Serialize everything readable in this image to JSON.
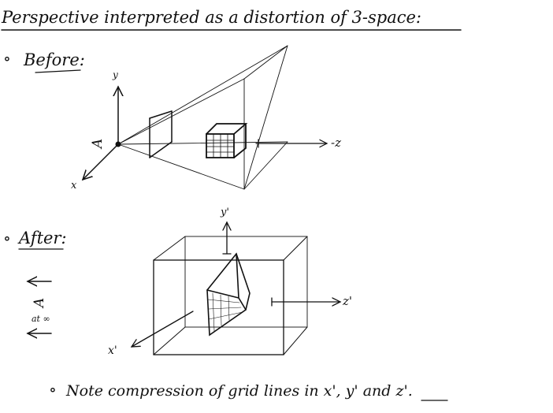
{
  "title": "Perspective interpreted as a distortion of 3-space:",
  "before": {
    "heading": "Before:",
    "y_label": "y",
    "x_label": "x",
    "z_label": "-z",
    "eye_label": "A"
  },
  "after": {
    "heading": "After:",
    "y_label": "y'",
    "x_label": "x'",
    "z_label": "z'",
    "eye_label": "A",
    "eye_note": "at ∞"
  },
  "note": {
    "prefix": "Note compression of grid lines in x', y'",
    "and": "and",
    "suffix": "z'."
  },
  "bullet": "∘"
}
